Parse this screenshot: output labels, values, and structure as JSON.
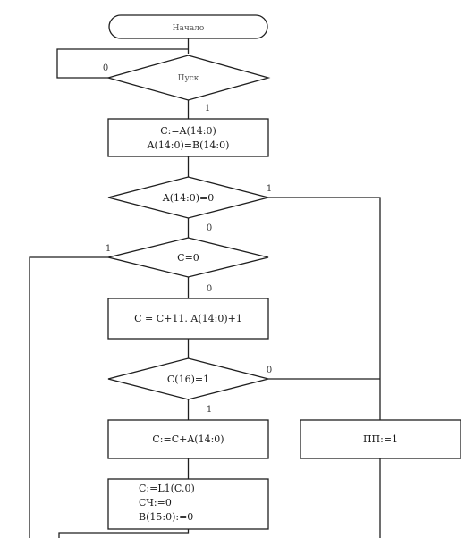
{
  "flowchart": {
    "start": "Начало",
    "decisions": {
      "pusk": "Пуск",
      "a_zero": "A(14:0)=0",
      "c_zero": "C=0",
      "c16": "C(16)=1"
    },
    "processes": {
      "init_line1": "C:=A(14:0)",
      "init_line2": "A(14:0)=B(14:0)",
      "sub_step": "C = C+11. A(14:0)+1",
      "add_step": "C:=C+A(14:0)",
      "pp_flag": "ПП:=1",
      "shift_line1": "C:=L1(C.0)",
      "shift_line2": "СЧ:=0",
      "shift_line3": "B(15:0):=0"
    },
    "branch_labels": {
      "pusk_no": "0",
      "pusk_yes": "1",
      "a_zero_yes": "1",
      "a_zero_no": "0",
      "c_zero_yes": "1",
      "c_zero_no": "0",
      "c16_no": "0",
      "c16_yes": "1"
    }
  }
}
